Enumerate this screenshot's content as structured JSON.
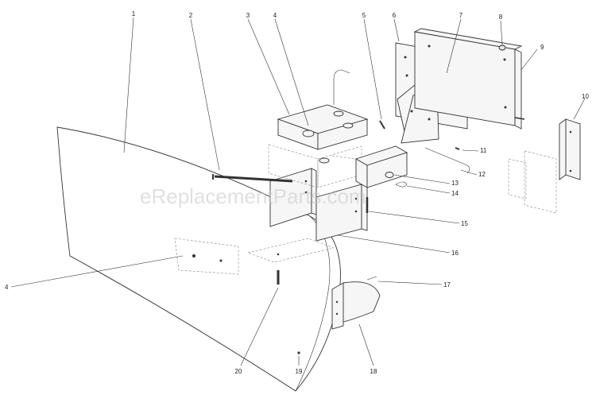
{
  "watermark": "eReplacementParts.com",
  "callouts": [
    {
      "id": "1",
      "label": "1"
    },
    {
      "id": "2",
      "label": "2"
    },
    {
      "id": "3",
      "label": "3"
    },
    {
      "id": "4a",
      "label": "4"
    },
    {
      "id": "5",
      "label": "5"
    },
    {
      "id": "6",
      "label": "6"
    },
    {
      "id": "7",
      "label": "7"
    },
    {
      "id": "8",
      "label": "8"
    },
    {
      "id": "9",
      "label": "9"
    },
    {
      "id": "10",
      "label": "10"
    },
    {
      "id": "11",
      "label": "11"
    },
    {
      "id": "12",
      "label": "12"
    },
    {
      "id": "13",
      "label": "13"
    },
    {
      "id": "14",
      "label": "14"
    },
    {
      "id": "15",
      "label": "15"
    },
    {
      "id": "16",
      "label": "16"
    },
    {
      "id": "4b",
      "label": "4"
    },
    {
      "id": "17",
      "label": "17"
    },
    {
      "id": "18",
      "label": "18"
    },
    {
      "id": "19",
      "label": "19"
    },
    {
      "id": "20",
      "label": "20"
    }
  ]
}
